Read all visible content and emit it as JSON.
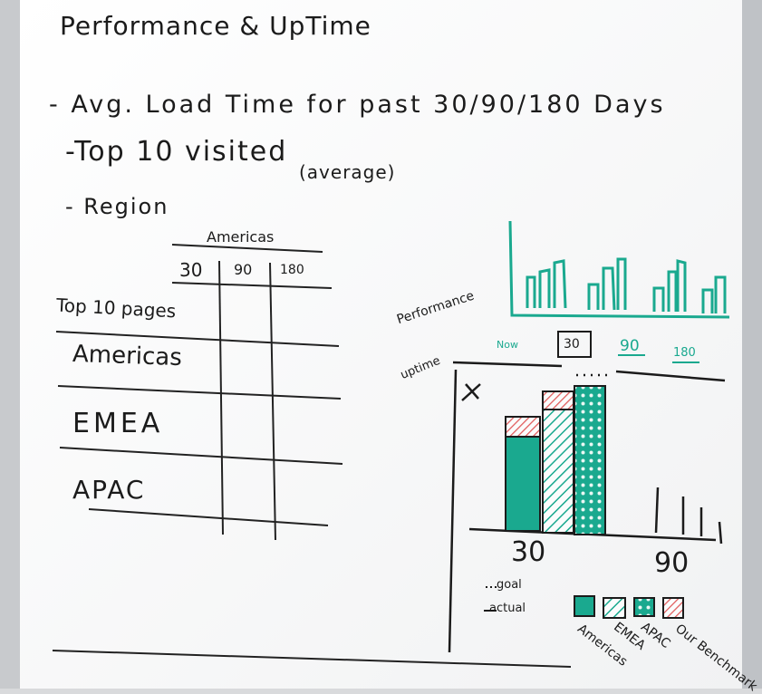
{
  "board": {
    "title": "Performance & UpTime",
    "line_avg": "- Avg. Load Time for past 30/90/180 Days",
    "line_top": "-Top 10 visited",
    "line_top_note": "(average)",
    "line_region": "- Region"
  },
  "table": {
    "group_header": "Americas",
    "columns": [
      "30",
      "90",
      "180"
    ],
    "rows": [
      "Top 10 pages",
      "Americas",
      "EMEA",
      "APAC"
    ]
  },
  "chart_sketch": {
    "ylabel_1": "Performance",
    "ylabel_2": "uptime",
    "tabs": [
      "Now",
      "30",
      "90",
      "180"
    ],
    "selected_tab": "30",
    "x_labels": [
      "30",
      "90"
    ],
    "legend_lines": [
      "goal",
      "actual"
    ],
    "legend_items": [
      "Americas",
      "EMEA",
      "APAC",
      "Our Benchmark"
    ],
    "marker_color": "#1aa98f",
    "accent_color": "#e05a5a"
  }
}
